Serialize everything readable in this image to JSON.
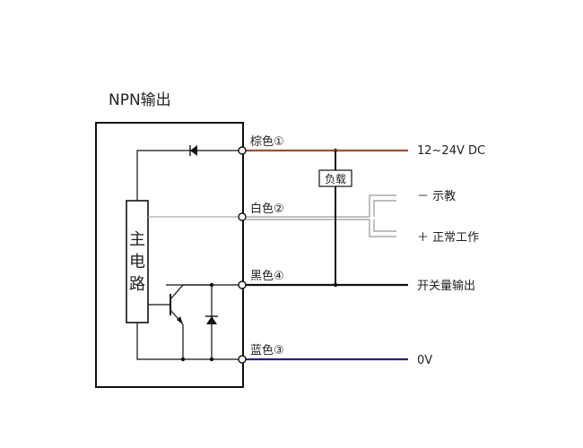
{
  "title": "NPN输出",
  "colors": {
    "title": "#c8287a",
    "brown_wire": "#a0502d",
    "blue_wire": "#2a1d8c",
    "black_wire": "#111111",
    "white_wire": "#9a9a9a",
    "outline": "#111111"
  },
  "main_circuit": {
    "chars": [
      "主",
      "电",
      "路"
    ]
  },
  "terminals": {
    "brown": "棕色①",
    "white": "白色②",
    "black": "黑色④",
    "blue": "蓝色③"
  },
  "load_label": "负载",
  "outputs": {
    "supply": "12~24V DC",
    "indicator_minus": "－ 示教",
    "indicator_plus": "＋ 正常工作",
    "switch_output": "开关量输出",
    "ground": "0V"
  }
}
